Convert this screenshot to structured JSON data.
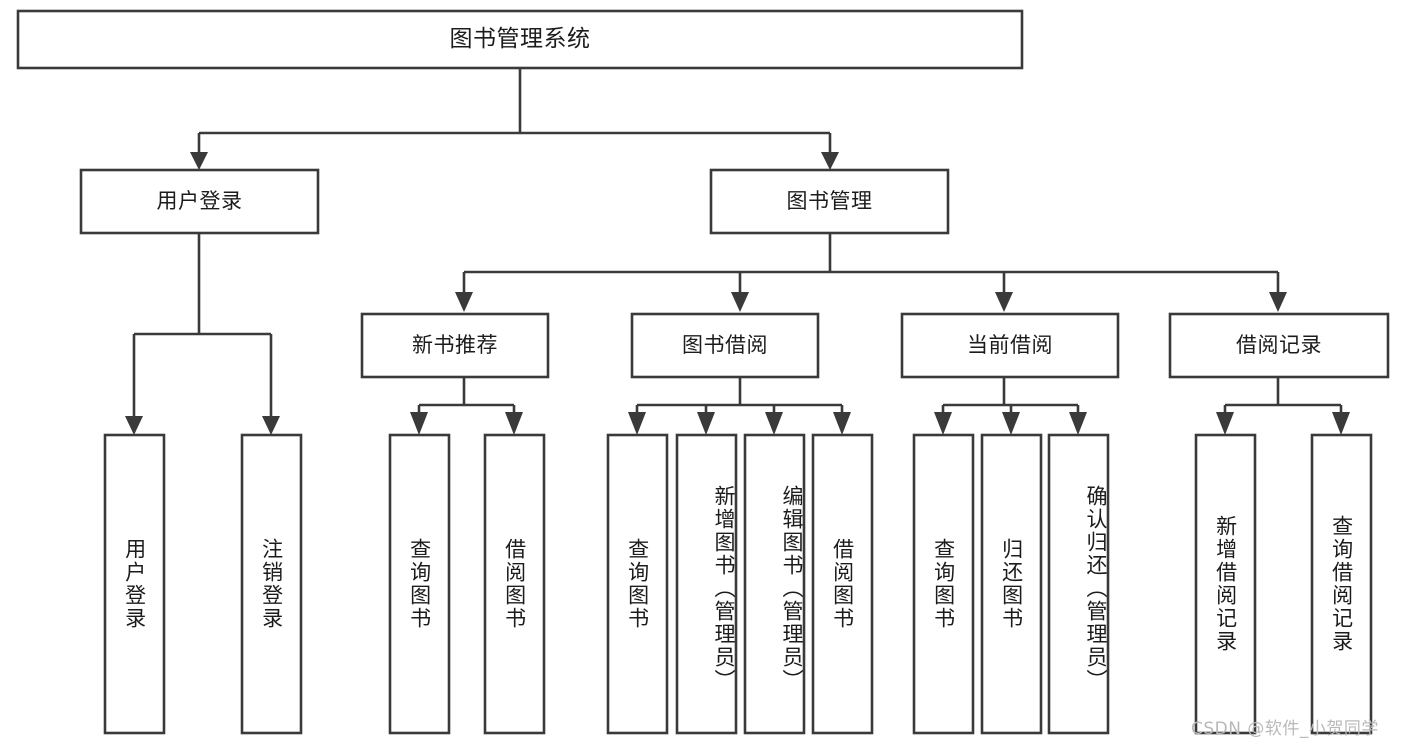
{
  "diagram": {
    "title": "图书管理系统",
    "type": "tree",
    "orientation": "top-down",
    "watermark": "CSDN @软件_小贺同学",
    "colors": {
      "background": "#ffffff",
      "stroke": "#3a3a3a",
      "box_fill": "#ffffff",
      "text": "#1c1c1c",
      "watermark": "#b9b9b9"
    },
    "nodes": {
      "root": {
        "id": "root",
        "label": "图书管理系统",
        "level": 0,
        "text_orientation": "horizontal"
      },
      "level1": [
        {
          "id": "user-login",
          "label": "用户登录",
          "level": 1,
          "text_orientation": "horizontal"
        },
        {
          "id": "book-manage",
          "label": "图书管理",
          "level": 1,
          "text_orientation": "horizontal"
        }
      ],
      "level2": [
        {
          "id": "new-book-rec",
          "label": "新书推荐",
          "level": 2,
          "parent": "book-manage",
          "text_orientation": "horizontal"
        },
        {
          "id": "book-borrow",
          "label": "图书借阅",
          "level": 2,
          "parent": "book-manage",
          "text_orientation": "horizontal"
        },
        {
          "id": "current-borrow",
          "label": "当前借阅",
          "level": 2,
          "parent": "book-manage",
          "text_orientation": "horizontal"
        },
        {
          "id": "borrow-record",
          "label": "借阅记录",
          "level": 2,
          "parent": "book-manage",
          "text_orientation": "horizontal"
        }
      ],
      "leaves": [
        {
          "id": "leaf-user-login",
          "label": "用户登录",
          "parent": "user-login",
          "text_orientation": "vertical"
        },
        {
          "id": "leaf-user-logout",
          "label": "注销登录",
          "parent": "user-login",
          "text_orientation": "vertical"
        },
        {
          "id": "leaf-query-book-1",
          "label": "查询图书",
          "parent": "new-book-rec",
          "text_orientation": "vertical"
        },
        {
          "id": "leaf-borrow-book-1",
          "label": "借阅图书",
          "parent": "new-book-rec",
          "text_orientation": "vertical"
        },
        {
          "id": "leaf-query-book-2",
          "label": "查询图书",
          "parent": "book-borrow",
          "text_orientation": "vertical"
        },
        {
          "id": "leaf-add-book",
          "label": "新增图书（管理员）",
          "parent": "book-borrow",
          "text_orientation": "vertical"
        },
        {
          "id": "leaf-edit-book",
          "label": "编辑图书（管理员）",
          "parent": "book-borrow",
          "text_orientation": "vertical"
        },
        {
          "id": "leaf-borrow-book-2",
          "label": "借阅图书",
          "parent": "book-borrow",
          "text_orientation": "vertical"
        },
        {
          "id": "leaf-query-book-3",
          "label": "查询图书",
          "parent": "current-borrow",
          "text_orientation": "vertical"
        },
        {
          "id": "leaf-return-book",
          "label": "归还图书",
          "parent": "current-borrow",
          "text_orientation": "vertical"
        },
        {
          "id": "leaf-confirm-return",
          "label": "确认归还（管理员）",
          "parent": "current-borrow",
          "text_orientation": "vertical"
        },
        {
          "id": "leaf-add-record",
          "label": "新增借阅记录",
          "parent": "borrow-record",
          "text_orientation": "vertical"
        },
        {
          "id": "leaf-query-record",
          "label": "查询借阅记录",
          "parent": "borrow-record",
          "text_orientation": "vertical"
        }
      ]
    }
  }
}
